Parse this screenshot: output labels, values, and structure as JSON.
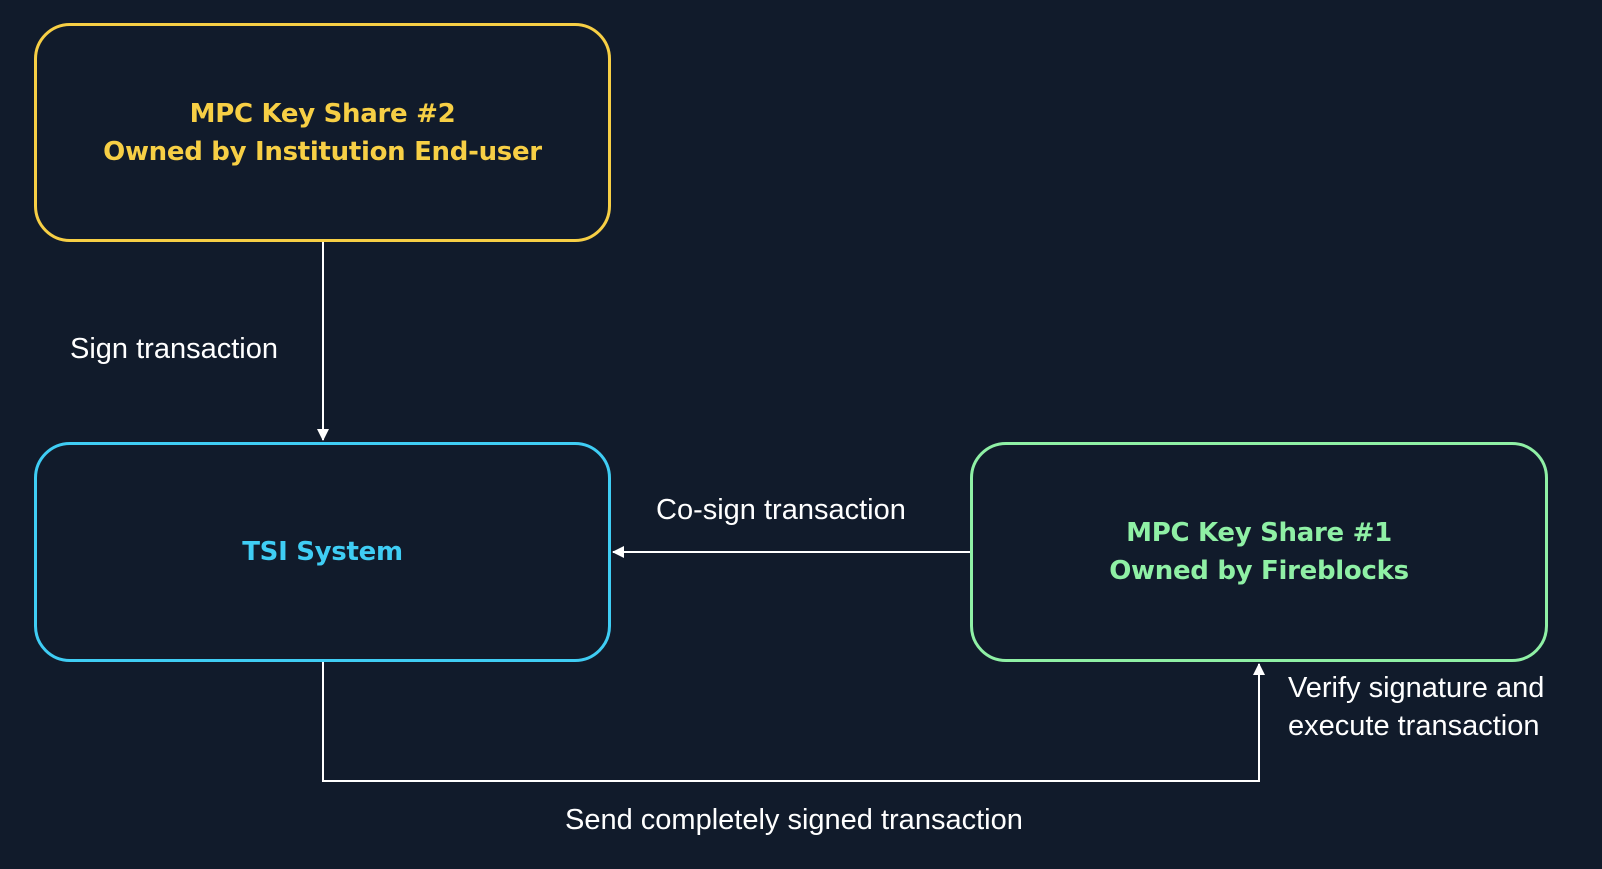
{
  "colors": {
    "background": "#111b2b",
    "key_share_2": "#f7cf45",
    "tsi_system": "#3fcdf4",
    "key_share_1": "#8ff0a5",
    "connector": "#ffffff"
  },
  "nodes": {
    "key_share_2": {
      "line1": "MPC Key Share #2",
      "line2": "Owned by Institution End-user"
    },
    "tsi_system": {
      "label": "TSI System"
    },
    "key_share_1": {
      "line1": "MPC Key Share #1",
      "line2": "Owned by Fireblocks"
    }
  },
  "edges": {
    "sign": {
      "label": "Sign transaction"
    },
    "cosign": {
      "label": "Co-sign transaction"
    },
    "verify": {
      "line1": "Verify signature and",
      "line2": "execute transaction"
    },
    "send": {
      "label": "Send completely signed transaction"
    }
  }
}
